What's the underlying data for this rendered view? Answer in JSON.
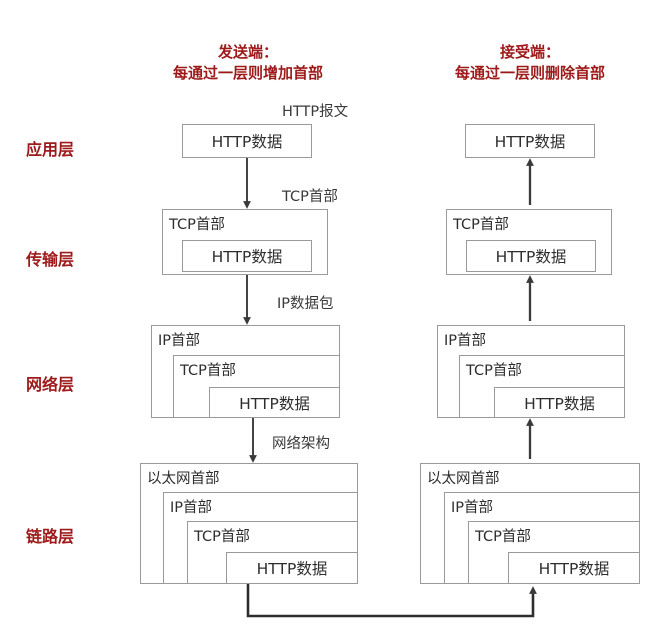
{
  "headers": {
    "sender": {
      "line1": "发送端：",
      "line2": "每通过一层则增加首部"
    },
    "receiver": {
      "line1": "接受端：",
      "line2": "每通过一层则删除首部"
    }
  },
  "layers": [
    {
      "key": "application",
      "label": "应用层"
    },
    {
      "key": "transport",
      "label": "传输层"
    },
    {
      "key": "network",
      "label": "网络层"
    },
    {
      "key": "link",
      "label": "链路层"
    }
  ],
  "annotations": [
    {
      "key": "http-message",
      "text": "HTTP报文"
    },
    {
      "key": "tcp-header",
      "text": "TCP首部"
    },
    {
      "key": "ip-packet",
      "text": "IP数据包"
    },
    {
      "key": "net-frame",
      "text": "网络架构"
    }
  ],
  "labels": {
    "http_data": "HTTP数据",
    "tcp_header": "TCP首部",
    "ip_header": "IP首部",
    "eth_header": "以太网首部"
  },
  "colors": {
    "accent_red": "#9e1a1a",
    "box_border": "#9a9a9a",
    "text": "#2e2e2e",
    "arrow": "#3a3a3a"
  }
}
